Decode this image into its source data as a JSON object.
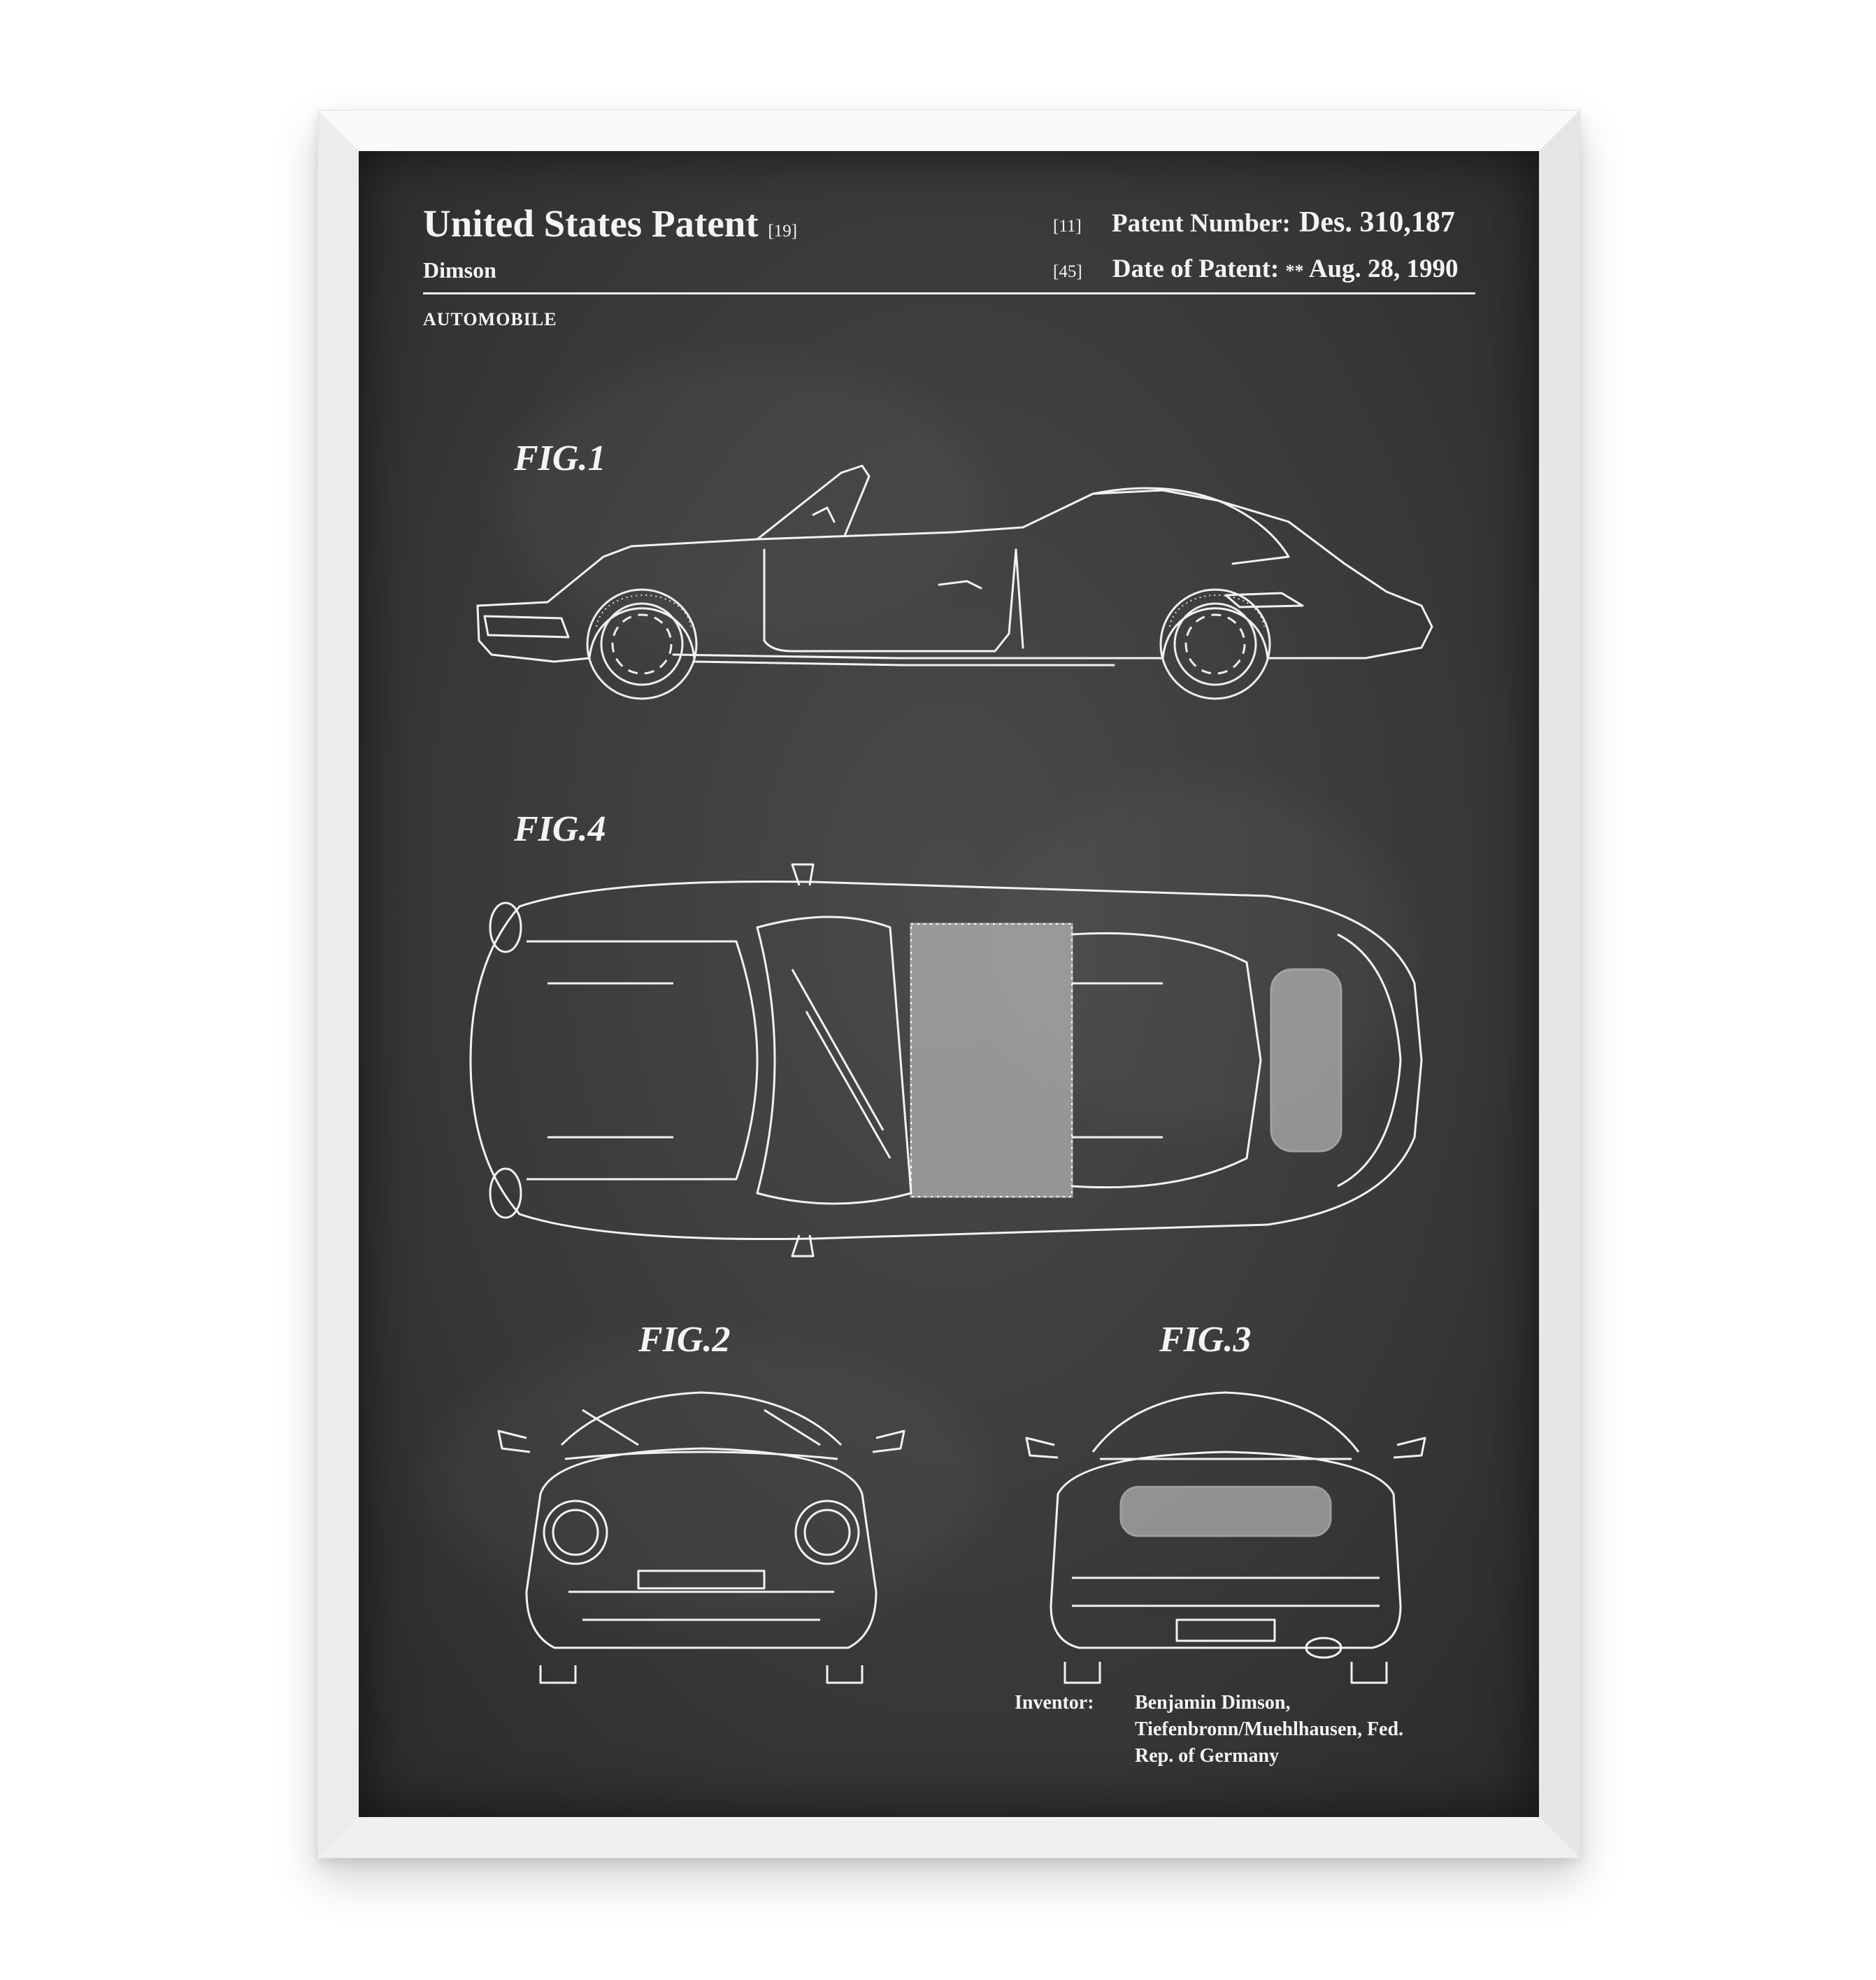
{
  "patent": {
    "title": "United States Patent",
    "title_ref": "[19]",
    "inventor_surname": "Dimson",
    "subject": "AUTOMOBILE",
    "number_ref": "[11]",
    "number_label": "Patent Number:",
    "number_value": "Des. 310,187",
    "date_ref": "[45]",
    "date_label": "Date of Patent:",
    "date_marks": "**",
    "date_value": "Aug. 28, 1990"
  },
  "figures": {
    "fig1": "FIG.1",
    "fig4": "FIG.4",
    "fig2": "FIG.2",
    "fig3": "FIG.3"
  },
  "inventor": {
    "label": "Inventor:",
    "name": "Benjamin Dimson,",
    "address_line1": "Tiefenbronn/Muehlhausen, Fed.",
    "address_line2": "Rep. of Germany"
  },
  "colors": {
    "frame": "#f3f3f3",
    "board": "#3a3a3a",
    "ink": "#f4f4f4"
  }
}
